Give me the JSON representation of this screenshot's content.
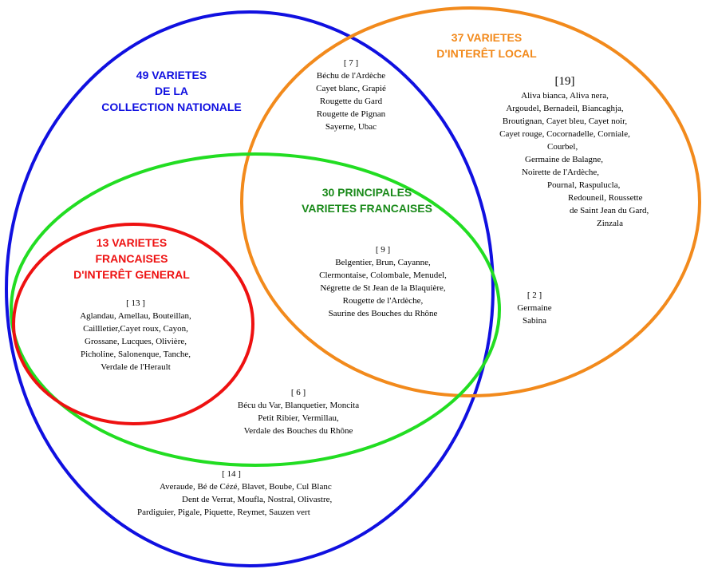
{
  "colors": {
    "national": "#1010e0",
    "local": "#f28a1c",
    "principales": "#22dd22",
    "general": "#ee1111",
    "principales_title": "#1a8a1a",
    "text": "#000000"
  },
  "sets": {
    "national": {
      "title": [
        "49 VARIETES",
        "DE LA",
        "COLLECTION NATIONALE"
      ]
    },
    "local": {
      "title": [
        "37 VARIETES",
        "D'INTERÊT LOCAL"
      ]
    },
    "principales": {
      "title": [
        "30 PRINCIPALES",
        "VARIETES FRANCAISES"
      ]
    },
    "general": {
      "title": [
        "13 VARIETES",
        "FRANCAISES",
        "D'INTERÊT GENERAL"
      ]
    }
  },
  "regions": {
    "national_local": {
      "count": "[ 7 ]",
      "lines": [
        "Béchu de l'Ardèche",
        "Cayet blanc, Grapié",
        "Rougette du Gard",
        "Rougette de Pignan",
        "Sayerne, Ubac"
      ]
    },
    "local_only": {
      "count": "[19]",
      "lines": [
        "Aliva bianca, Aliva nera,",
        "Argoudel, Bernadeil, Biancaghja,",
        "Broutignan, Cayet bleu, Cayet noir,",
        "Cayet rouge, Cocornadelle, Corniale,",
        "Courbel,",
        "Germaine de Balagne,",
        "Noirette de l'Ardèche,",
        "Pournal, Raspulucla,",
        "Redouneil, Roussette",
        "de Saint Jean du Gard,",
        "Zinzala"
      ]
    },
    "national_principales_local": {
      "count": "[ 9 ]",
      "lines": [
        "Belgentier, Brun, Cayanne,",
        "Clermontaise, Colombale, Menudel,",
        "Négrette de St Jean de la Blaquière,",
        "Rougette de l'Ardèche,",
        "Saurine des Bouches du Rhône"
      ]
    },
    "principales_local": {
      "count": "[ 2 ]",
      "lines": [
        "Germaine",
        "Sabina"
      ]
    },
    "general": {
      "count": "[ 13 ]",
      "lines": [
        "Aglandau, Amellau, Bouteillan,",
        "Caillletier,Cayet roux, Cayon,",
        "Grossane, Lucques, Olivière,",
        "Picholine, Salonenque, Tanche,",
        "Verdale de l'Herault"
      ]
    },
    "national_principales": {
      "count": "[ 6 ]",
      "lines": [
        "Bécu du Var, Blanquetier, Moncita",
        "Petit Ribier, Vermillau,",
        "Verdale des Bouches du Rhône"
      ]
    },
    "national_only": {
      "count": "[ 14 ]",
      "lines": [
        "Averaude, Bé de Cézé, Blavet, Boube, Cul Blanc",
        "Dent de Verrat, Moufla, Nostral, Olivastre,",
        "Pardiguier, Pigale, Piquette, Reymet, Sauzen vert"
      ]
    }
  }
}
